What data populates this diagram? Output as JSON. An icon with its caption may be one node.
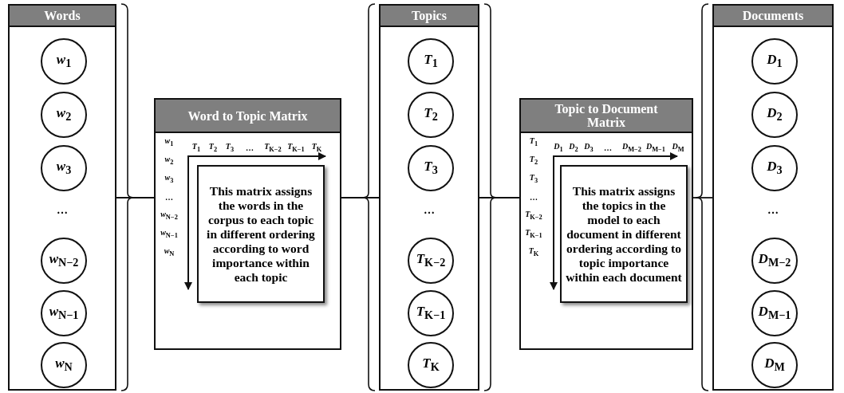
{
  "diagram": {
    "nodes": [
      {
        "text": [
          "Words"
        ]
      },
      {
        "text": [
          "*w*$_{1}$"
        ],
        "in": 0
      },
      {
        "text": [
          "*w*$_{2}$"
        ],
        "in": 0
      },
      {
        "text": [
          "*w*$_{3}$"
        ],
        "in": 0
      },
      {
        "text": [
          "*w*$_{N−2}$"
        ],
        "in": 0
      },
      {
        "text": [
          "*w*$_{N−1}$"
        ],
        "in": 0
      },
      {
        "text": [
          "*w*$_{N}$"
        ],
        "in": 0
      },
      {
        "text": [
          "Word to Topic Matrix"
        ]
      },
      {
        "text": [
          "This matrix assigns the words in the corpus to each topic in different ordering according to word importance within each topic"
        ],
        "in": 7
      },
      {
        "text": [
          "Topics"
        ]
      },
      {
        "text": [
          "*T*$_{1}$"
        ],
        "in": 9
      },
      {
        "text": [
          "*T*$_{2}$"
        ],
        "in": 9
      },
      {
        "text": [
          "*T*$_{3}$"
        ],
        "in": 9
      },
      {
        "text": [
          "*T*$_{K−2}$"
        ],
        "in": 9
      },
      {
        "text": [
          "*T*$_{K−1}$"
        ],
        "in": 9
      },
      {
        "text": [
          "*T*$_{K}$"
        ],
        "in": 9
      },
      {
        "text": [
          "Topic to Document Matrix"
        ]
      },
      {
        "text": [
          "This matrix assigns the topics in the model to each document in different ordering according to topic importance within each document"
        ],
        "in": 16
      },
      {
        "text": [
          "Documents"
        ]
      },
      {
        "text": [
          "*D*$_{1}$"
        ],
        "in": 18
      },
      {
        "text": [
          "*D*$_{2}$"
        ],
        "in": 18
      },
      {
        "text": [
          "*D*$_{3}$"
        ],
        "in": 18
      },
      {
        "text": [
          "*D*$_{M−2}$"
        ],
        "in": 18
      },
      {
        "text": [
          "*D*$_{M−1}$"
        ],
        "in": 18
      },
      {
        "text": [
          "*D*$_{M}$"
        ],
        "in": 18
      }
    ],
    "edges": [
      {
        "from": 0,
        "to": 7,
        "arrow": "none"
      },
      {
        "from": 7,
        "to": 9,
        "arrow": "none"
      },
      {
        "from": 9,
        "to": 16,
        "arrow": "none"
      },
      {
        "from": 16,
        "to": 18,
        "arrow": "none"
      }
    ],
    "labels": [
      "…",
      "*T*$_{1}$",
      "*T*$_{2}$",
      "*T*$_{3}$",
      "…",
      "*T*$_{K−2}$",
      "*T*$_{K−1}$",
      "*T*$_{K}$",
      "*w*$_{1}$",
      "*w*$_{2}$",
      "*w*$_{3}$",
      "…",
      "*w*$_{N−2}$",
      "*w*$_{N−1}$",
      "*w*$_{N}$",
      "…",
      "*D*$_{1}$",
      "*D*$_{2}$",
      "*D*$_{3}$",
      "…",
      "*D*$_{M−2}$",
      "*D*$_{M−1}$",
      "*D*$_{M}$",
      "*T*$_{1}$",
      "*T*$_{2}$",
      "*T*$_{3}$",
      "…",
      "*T*$_{K−2}$",
      "*T*$_{K−1}$",
      "*T*$_{K}$",
      "…"
    ]
  }
}
